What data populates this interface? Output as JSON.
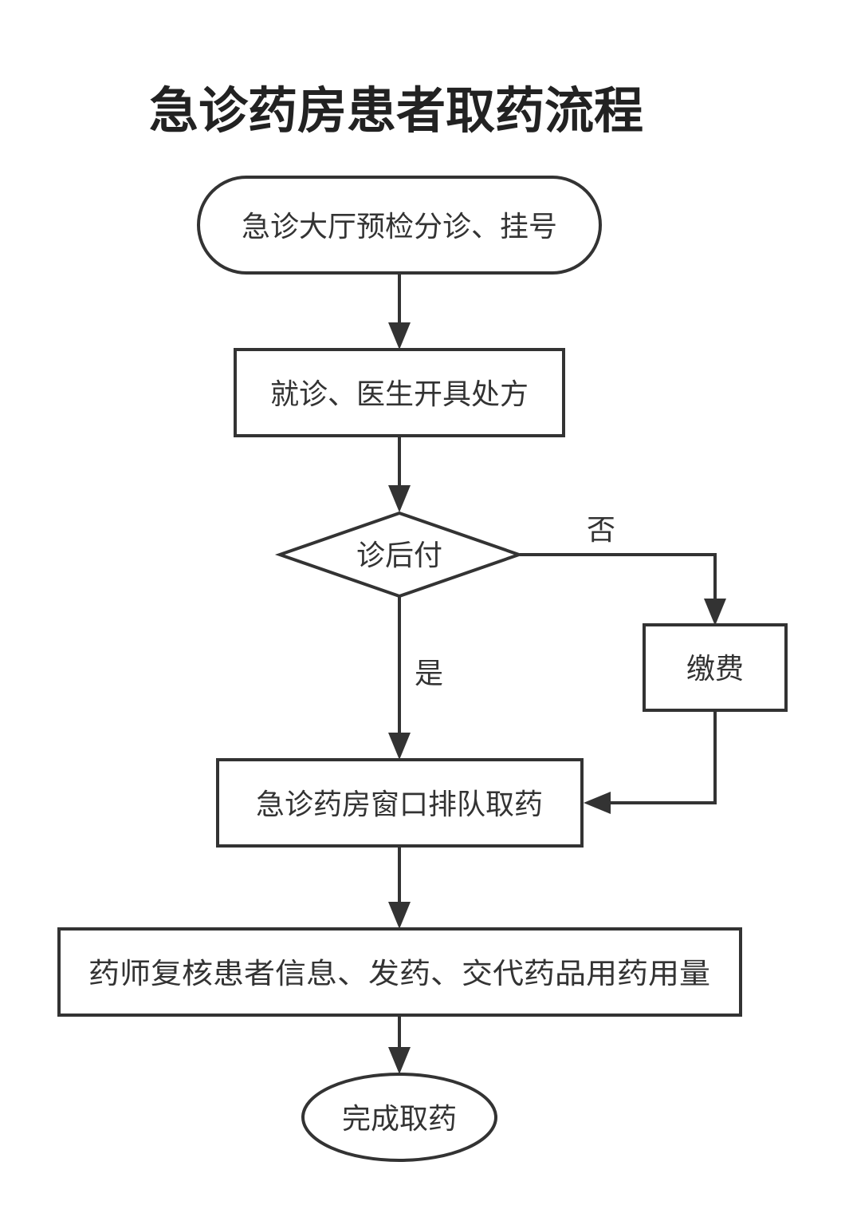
{
  "title": "急诊药房患者取药流程",
  "nodes": {
    "start": "急诊大厅预检分诊、挂号",
    "consult": "就诊、医生开具处方",
    "decision": "诊后付",
    "pay": "缴费",
    "queue": "急诊药房窗口排队取药",
    "verify": "药师复核患者信息、发药、交代药品用药用量",
    "end": "完成取药"
  },
  "edges": {
    "no_label": "否",
    "yes_label": "是"
  },
  "colors": {
    "stroke": "#333333",
    "fill": "#ffffff",
    "text": "#333333"
  }
}
